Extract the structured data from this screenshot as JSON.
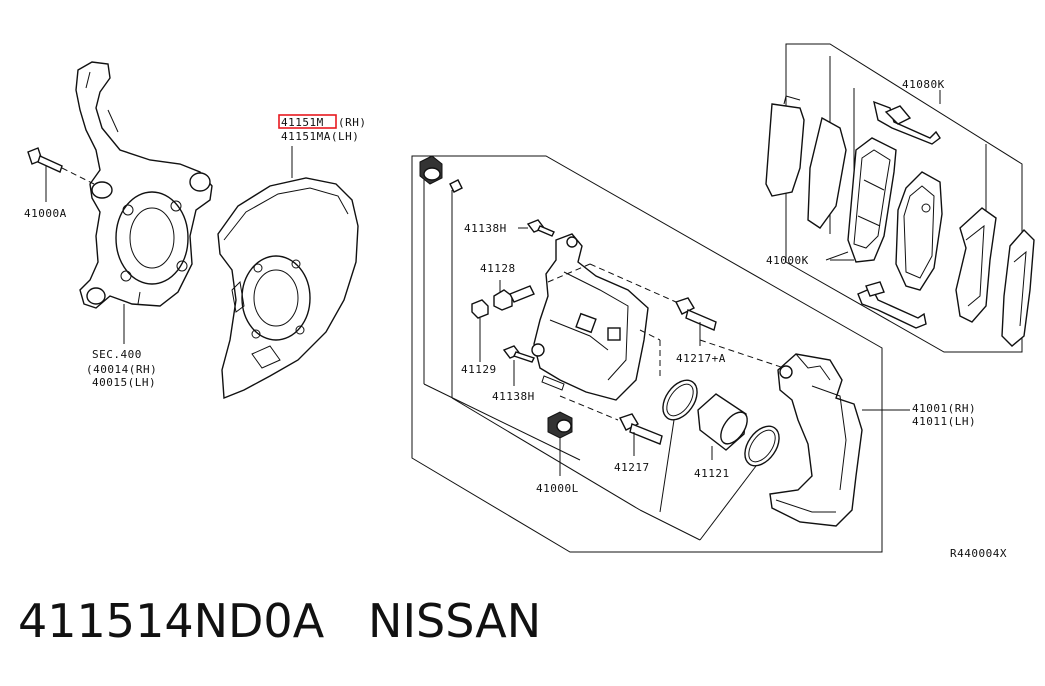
{
  "labels": {
    "p41000A": "41000A",
    "p41151M": "41151M",
    "p41151M_side": "(RH)",
    "p41151MA": "41151MA(LH)",
    "sec400": "SEC.400",
    "p40014": "(40014(RH)",
    "p40015": "40015(LH)",
    "p41138H_top": "41138H",
    "p41128": "41128",
    "p41129": "41129",
    "p41138H_bot": "41138H",
    "p41000L": "41000L",
    "p41217": "41217",
    "p41121": "41121",
    "p41217A": "41217+A",
    "p41080K": "41080K",
    "p41000K": "41000K",
    "p41001": "41001(RH)",
    "p41011": "41011(LH)",
    "ref": "R440004X"
  },
  "caption": {
    "part_number": "411514ND0A",
    "brand": "NISSAN"
  },
  "colors": {
    "highlight": "#e8191f",
    "ink": "#111111"
  }
}
